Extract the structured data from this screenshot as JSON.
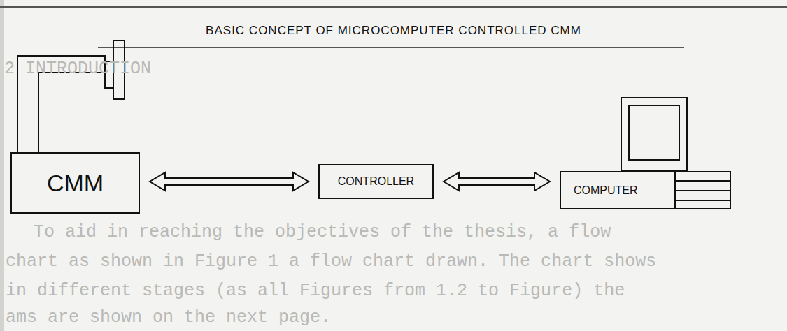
{
  "diagram": {
    "title": "BASIC CONCEPT OF MICROCOMPUTER CONTROLLED CMM",
    "nodes": [
      {
        "text": [
          "CMM"
        ]
      },
      {
        "text": [
          "CONTROLLER"
        ]
      },
      {
        "text": [
          "COMPUTER"
        ]
      }
    ],
    "edges": [
      {
        "from": 0,
        "to": 1,
        "arrow": "both"
      },
      {
        "from": 1,
        "to": 2,
        "arrow": "both"
      }
    ],
    "labels": [
      "2 INTRODUCTION",
      "To aid in reaching the objectives of the thesis, a flow",
      "chart as shown in Figure 1 a flow chart drawn. The chart shows",
      "in different stages (as all Figures from 1.2 to Figure) the",
      "ams are shown on the next page."
    ]
  }
}
